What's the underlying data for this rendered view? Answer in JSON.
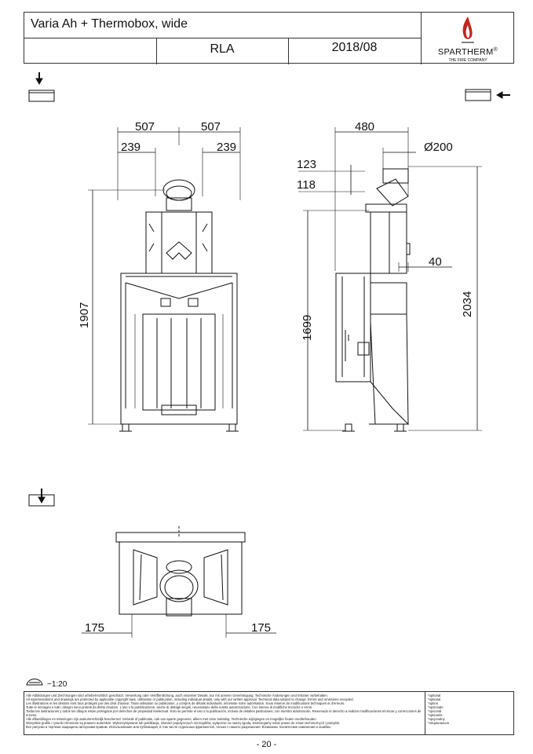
{
  "header": {
    "title": "Varia Ah + Thermobox, wide",
    "code": "RLA",
    "date": "2018/08",
    "brand": "SPARTHERM",
    "brand_mark": "®",
    "brand_tagline": "THE FIRE COMPANY",
    "brand_color": "#c0271f"
  },
  "dimensions": {
    "front_half_width_left": "507",
    "front_half_width_right": "507",
    "front_offset_left": "239",
    "front_offset_right": "239",
    "front_height": "1907",
    "side_depth": "480",
    "side_flue_diameter": "Ø200",
    "side_offset_upper": "123",
    "side_offset_lower": "118",
    "side_offset_right": "40",
    "side_height_inner": "1699",
    "side_height_total": "2034",
    "plan_left": "175",
    "plan_right": "175"
  },
  "scale": "~1:20",
  "legal": {
    "lines": [
      "Alle Abbildungen und Zeichnungen sind urheberrechtlich geschützt. Verwertung oder Veröffentlichung, auch einzelner Details, nur mit unserer Genehmigung. Technische Änderungen und Irrtümer vorbehalten.",
      "All representations and drawings are protected by applicable copyright laws. Utilisation or publication, including individual details, only with our written approval. Technical data subject to change. Errors and omissions excepted.",
      "Les illustrations et les dessins sont tous protégés par des droit d'auteur. Toute utilisation ou publication, y compris de détails individuels, nécessite notre autorisation. Sous réserve de modifications techniques et d'erreurs.",
      "Tutte le immagini e tutti i disegni sono protetti da diritto d'autore. L'uso o la pubblicazione, anche di dettagli singoli, necessitano della nostra autorizzazione. Con riserva di modifiche tecniche e errori.",
      "Todas las ilustraciones y todos los dibujos están protegidos por derechos de propiedad intelectual. Solo se permite el uso o la publicación, incluso de detalles particulares, con nuestra autorización. Reservado el derecho a realizar modificaciones técnicas y correcciones de errores.",
      "Alle afbeeldingen en tekeningen zijn auteursrechtelijk beschermd. Gebruik of publicatie, ook van aparte gegevens, alleen met onze toelating. Technische wijzigingen en mogelijke fouten voorbehouden.",
      "Wszystkie grafiki i rysunki chronione są prawem autorskim. Wykorzystywanie lub publikacja, również pojedynczych szczegółów, wyłącznie za naszą zgodą. Zastrzegamy sobie prawo do zmian technicznych i pomyłek.",
      "Все рисунки и чертежи защищены авторским правом. Использование или публикация, в том числе отдельных фрагментов, только с нашего разрешения. Возможны технические изменения и ошибки."
    ],
    "optional": [
      "*optional",
      "*optional",
      "*option",
      "*opzionale",
      "*opcional",
      "*optionele",
      "*opcjonalny",
      "*опционально"
    ]
  },
  "page_number": "- 20 -"
}
